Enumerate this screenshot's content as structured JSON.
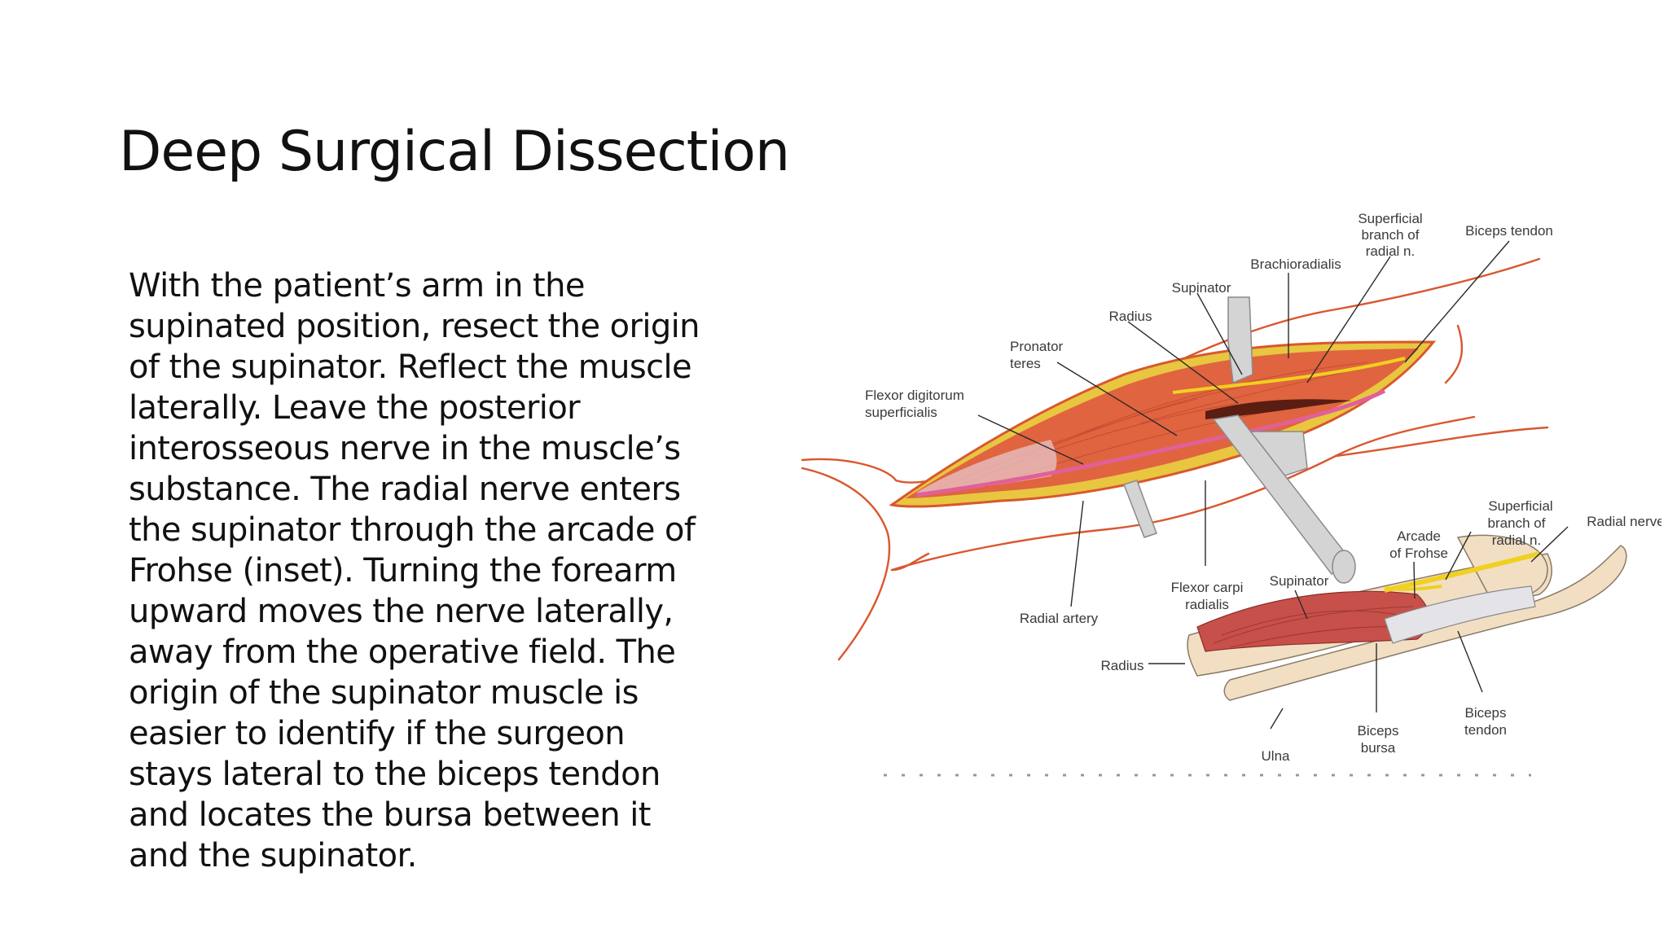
{
  "slide": {
    "title": "Deep Surgical Dissection",
    "body_lines": [
      "With the patient’s arm in the",
      "supinated position, resect the origin",
      "of the supinator. Reflect the muscle",
      "laterally. Leave the posterior",
      "interosseous nerve in the muscle’s",
      "substance. The radial nerve enters",
      "the supinator through the arcade of",
      "Frohse (inset). Turning the forearm",
      "upward moves the nerve laterally,",
      "away from the operative field. The",
      "origin of the supinator muscle is",
      "easier to identify if the surgeon",
      "stays lateral to the biceps tendon",
      "and locates the bursa between it",
      "and the supinator."
    ]
  },
  "figure": {
    "labels": {
      "superficial_branch_top": [
        "Superficial",
        "branch of",
        "radial n."
      ],
      "biceps_tendon_top": "Biceps tendon",
      "brachioradialis": "Brachioradialis",
      "supinator_top": "Supinator",
      "radius_top": "Radius",
      "pronator_teres": [
        "Pronator",
        "teres"
      ],
      "flexor_digitorum": [
        "Flexor digitorum",
        "superficialis"
      ],
      "radial_artery": "Radial artery",
      "flexor_carpi": [
        "Flexor carpi",
        "radialis"
      ],
      "supinator_inset": "Supinator",
      "arcade_of_frohse": [
        "Arcade",
        "of Frohse"
      ],
      "superficial_branch_inset": [
        "Superficial",
        "branch of",
        "radial n."
      ],
      "radial_nerve": "Radial nerve",
      "radius_inset": "Radius",
      "ulna": "Ulna",
      "biceps_bursa": [
        "Biceps",
        "bursa"
      ],
      "biceps_tendon_inset": [
        "Biceps",
        "tendon"
      ]
    },
    "colors": {
      "outline": "#d9572e",
      "muscle": "#e0643f",
      "fat": "#e8c640",
      "nerve": "#f0d020",
      "artery": "#e0609a",
      "bone": "#f2dfc3",
      "retractor": "#d4d4d4"
    }
  }
}
